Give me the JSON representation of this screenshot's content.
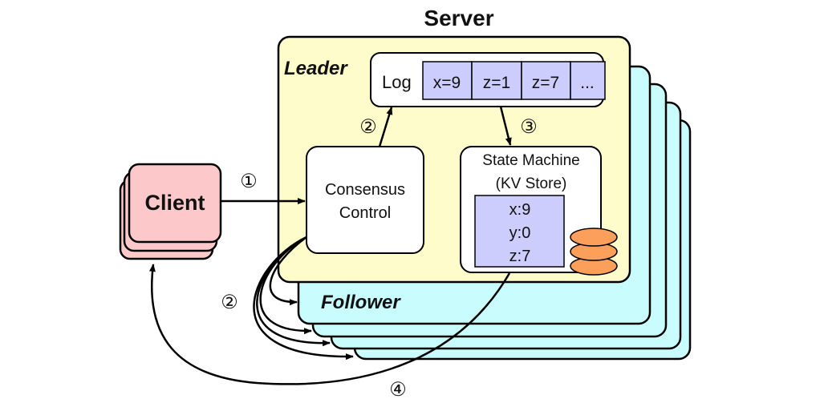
{
  "title": "Server",
  "leader_label": "Leader",
  "follower_label": "Follower",
  "client_label": "Client",
  "consensus": {
    "line1": "Consensus",
    "line2": "Control"
  },
  "log": {
    "label": "Log",
    "entries": [
      "x=9",
      "z=1",
      "z=7",
      "..."
    ]
  },
  "state_machine": {
    "line1": "State Machine",
    "line2": "(KV Store)",
    "kv": [
      "x:9",
      "y:0",
      "z:7"
    ]
  },
  "steps": {
    "s1": "①",
    "s2": "②",
    "s3": "③",
    "s4": "④"
  },
  "colors": {
    "leader": "#fefccb",
    "follower": "#c9fdfd",
    "client": "#fdc8c9",
    "cell": "#cccdfd",
    "db": "#fb9f5a"
  }
}
